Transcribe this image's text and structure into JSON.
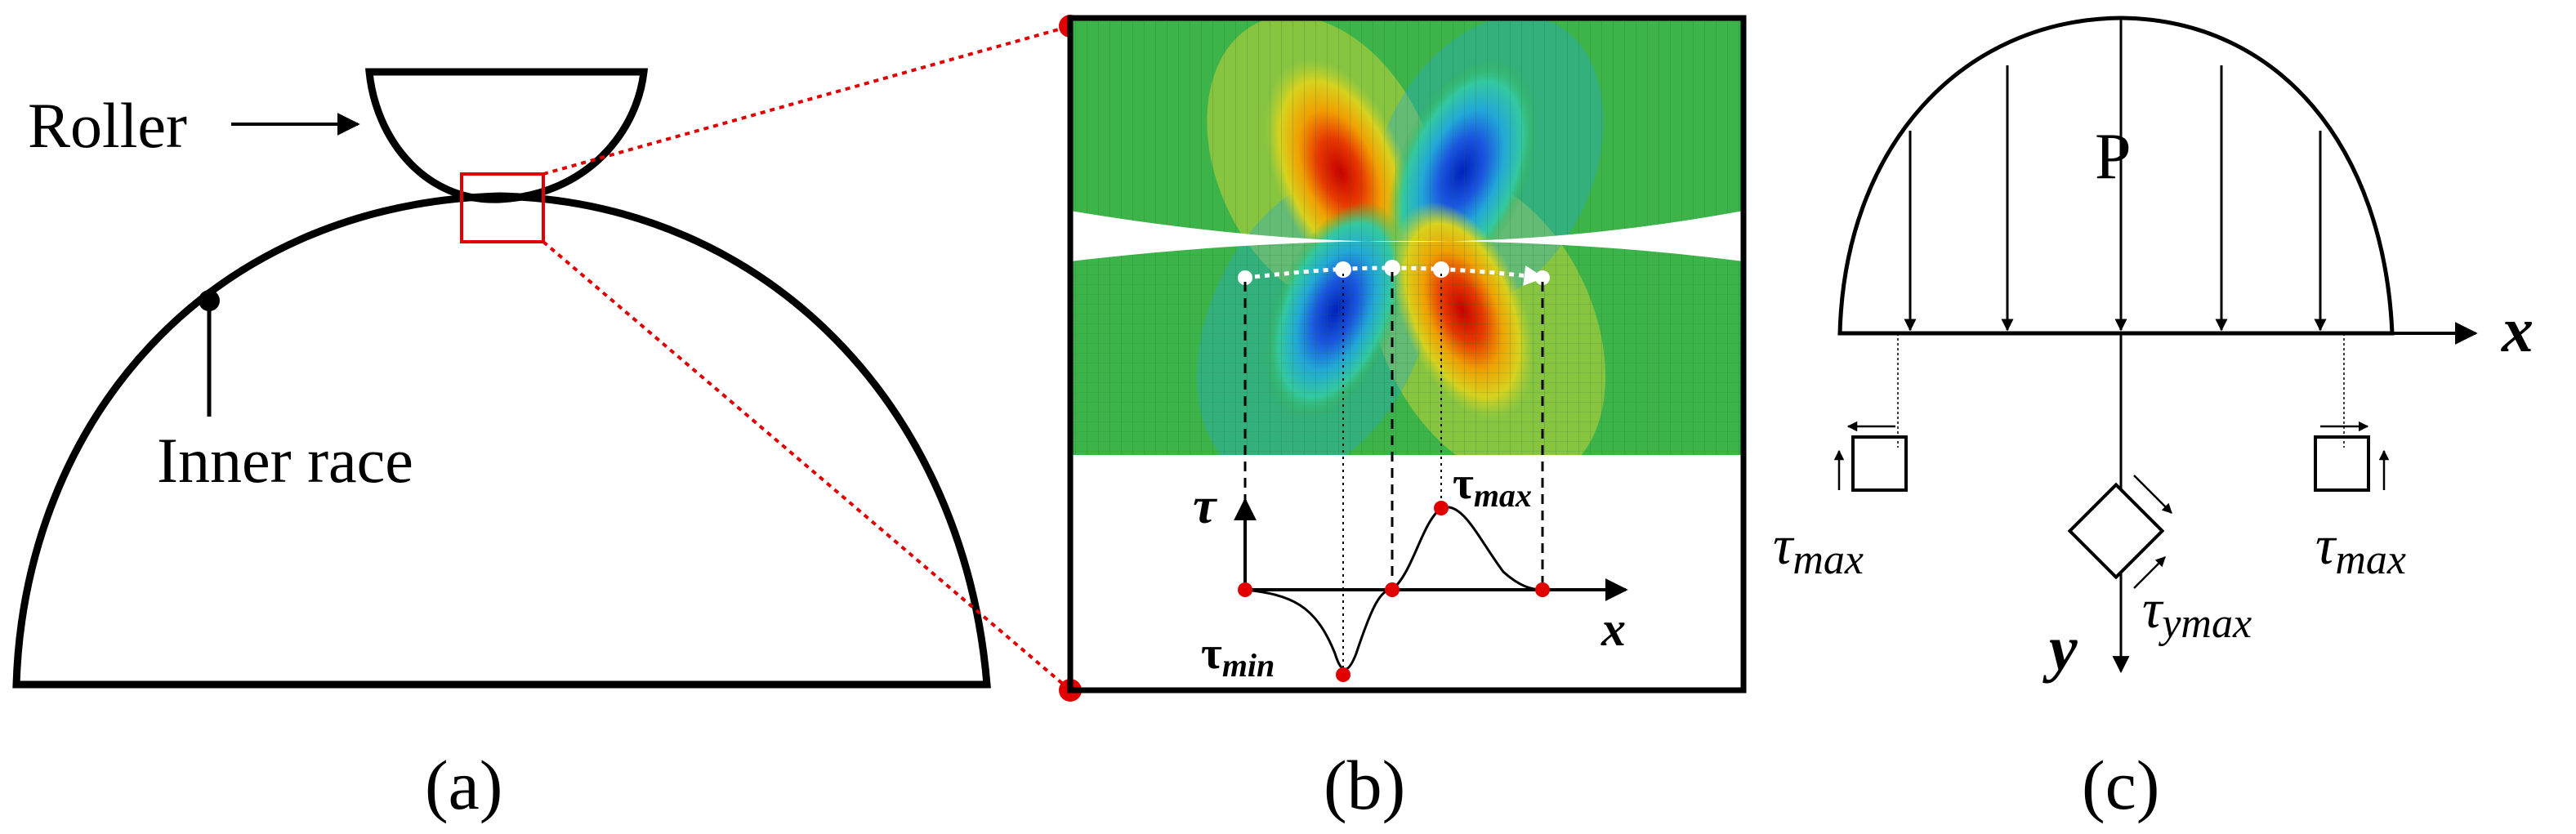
{
  "panel_a": {
    "roller_label": "Roller",
    "inner_race_label": "Inner race",
    "caption": "(a)"
  },
  "panel_b": {
    "tau_axis_label": "τ",
    "x_axis_label": "x",
    "tau_max_base": "τ",
    "tau_max_sub": "max",
    "tau_min_base": "τ",
    "tau_min_sub": "min",
    "caption": "(b)"
  },
  "panel_c": {
    "load_label": "P",
    "x_axis_label": "x",
    "y_axis_label": "y",
    "tau_max_left_base": "τ",
    "tau_max_left_sub": "max",
    "tau_max_right_base": "τ",
    "tau_max_right_sub": "max",
    "tau_ymax_base": "τ",
    "tau_ymax_sub": "ymax",
    "caption": "(c)"
  },
  "colors": {
    "outline": "#000000",
    "highlight_red": "#e00000",
    "contour_green": "#3cb44a",
    "contour_red": "#c80000",
    "contour_blue": "#0033cc",
    "contour_yellow": "#d8d21e",
    "contour_cyan": "#22a8d8"
  }
}
